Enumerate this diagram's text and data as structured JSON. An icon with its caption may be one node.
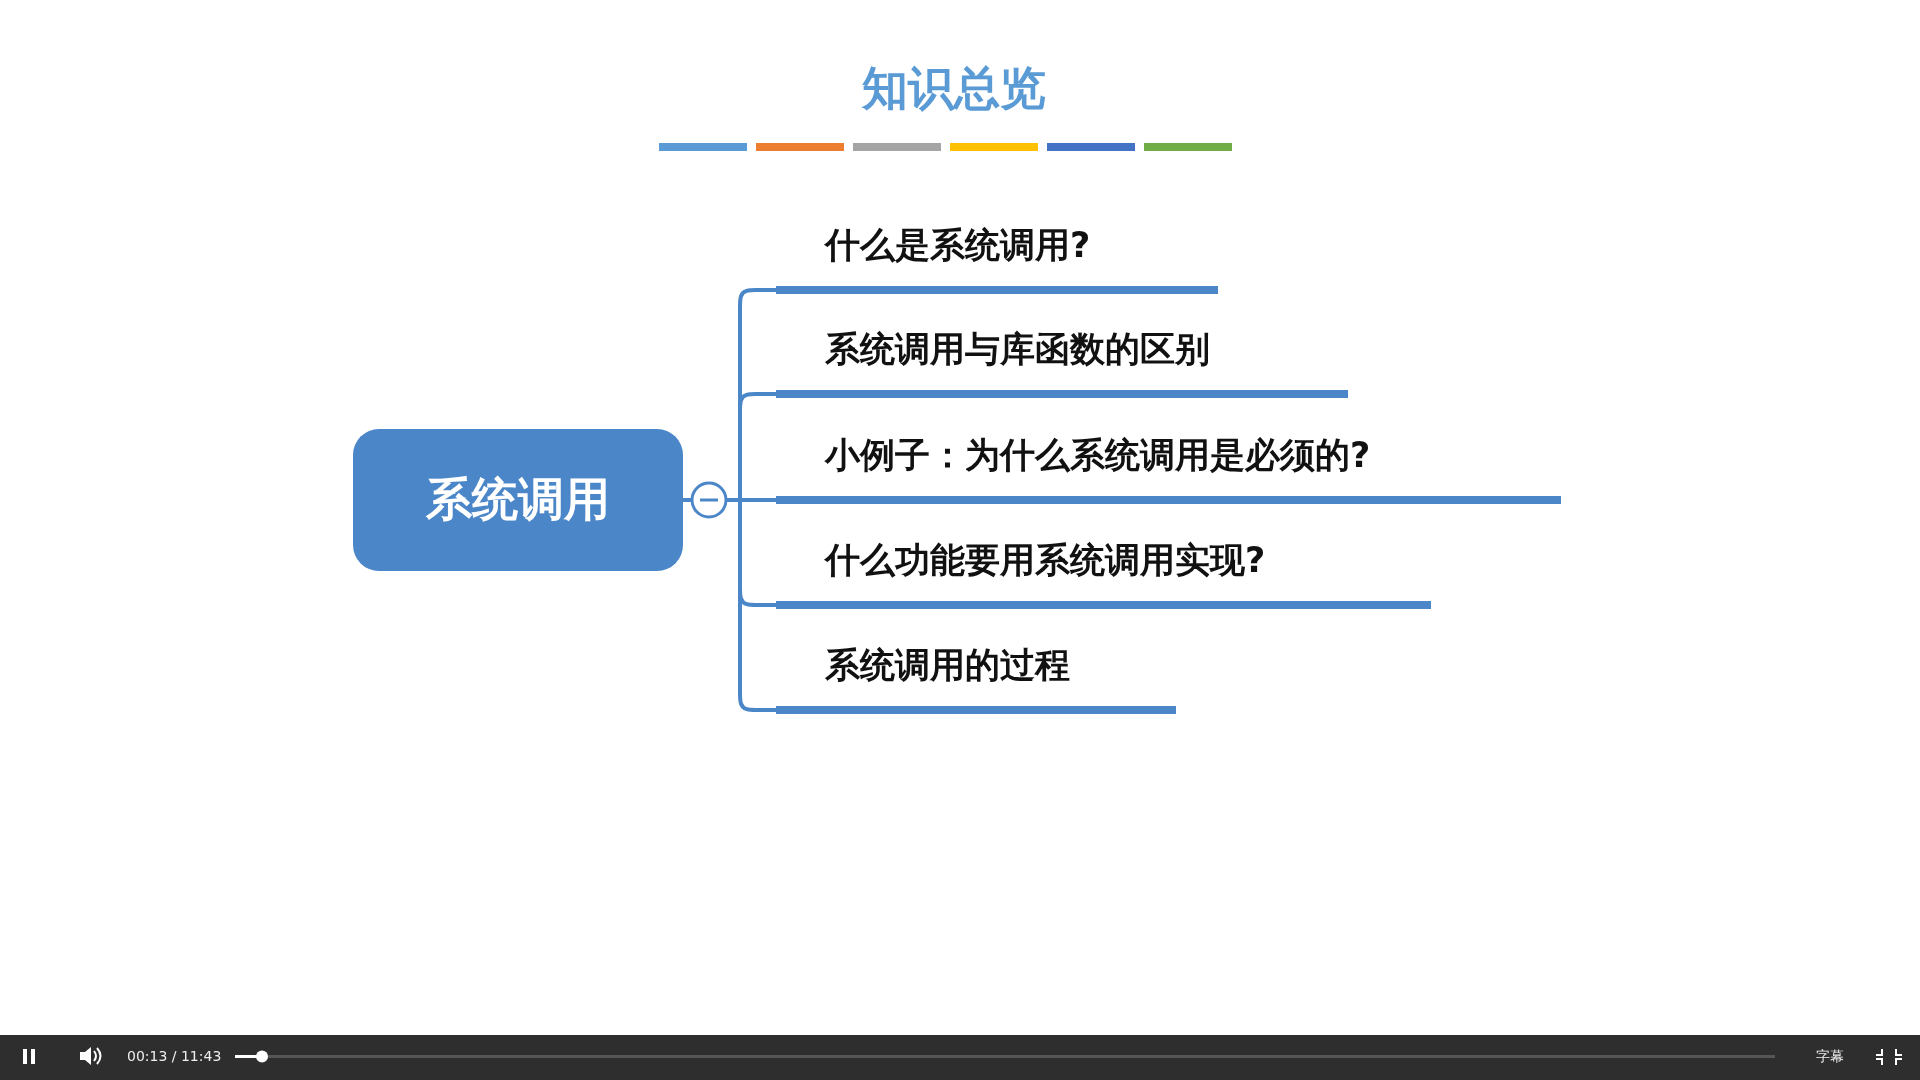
{
  "diagram": {
    "title": "知识总览",
    "nodes": [
      {
        "text": [
          "系统调用"
        ]
      },
      {
        "text": [
          "什么是系统调用?"
        ]
      },
      {
        "text": [
          "系统调用与库函数的区别"
        ]
      },
      {
        "text": [
          "小例子：为什么系统调用是必须的?"
        ]
      },
      {
        "text": [
          "什么功能要用系统调用实现?"
        ]
      },
      {
        "text": [
          "系统调用的过程"
        ]
      }
    ],
    "edges": [
      {
        "from": 0,
        "to": 1,
        "arrow": "none"
      },
      {
        "from": 0,
        "to": 2,
        "arrow": "none"
      },
      {
        "from": 0,
        "to": 3,
        "arrow": "none"
      },
      {
        "from": 0,
        "to": 4,
        "arrow": "none"
      },
      {
        "from": 0,
        "to": 5,
        "arrow": "none"
      }
    ],
    "labels": [
      "00:13 / 11:43",
      "字幕"
    ]
  }
}
